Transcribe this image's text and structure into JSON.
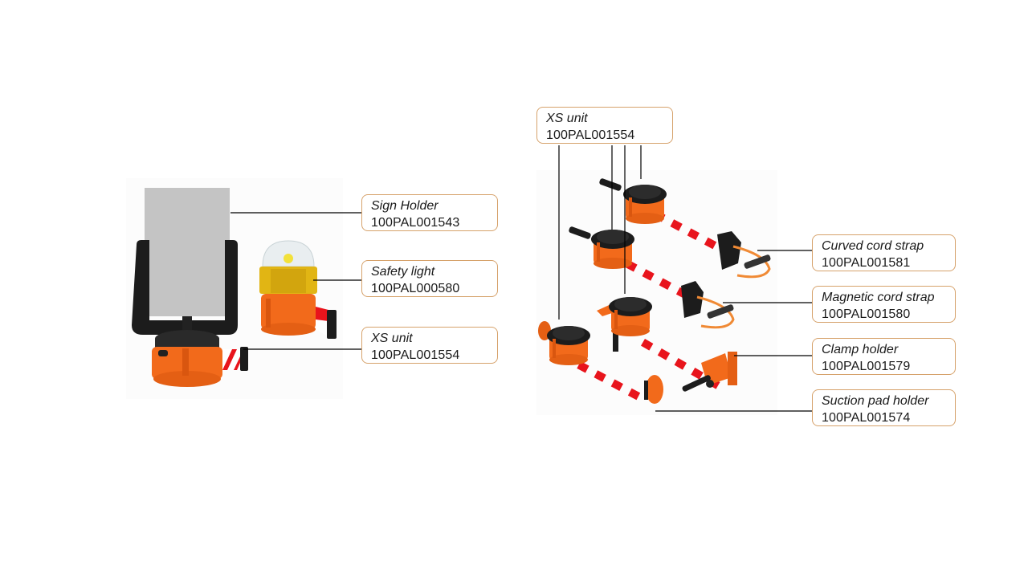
{
  "left_group": {
    "callouts": [
      {
        "name": "Sign Holder",
        "code": "100PAL001543"
      },
      {
        "name": "Safety light",
        "code": "100PAL000580"
      },
      {
        "name": "XS unit",
        "code": "100PAL001554"
      }
    ]
  },
  "right_group": {
    "top_callout": {
      "name": "XS unit",
      "code": "100PAL001554"
    },
    "callouts": [
      {
        "name": "Curved cord strap",
        "code": "100PAL001581"
      },
      {
        "name": "Magnetic cord strap",
        "code": "100PAL001580"
      },
      {
        "name": "Clamp holder",
        "code": "100PAL001579"
      },
      {
        "name": "Suction pad holder",
        "code": "100PAL001574"
      }
    ]
  },
  "colors": {
    "product_orange": "#f26a1b",
    "tape_red": "#e8141c",
    "callout_border": "#d6a26b",
    "leader_line": "#000000"
  }
}
